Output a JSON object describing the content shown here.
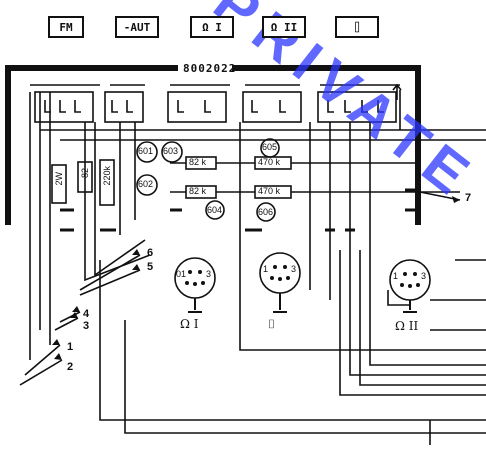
{
  "buttons": [
    {
      "label": "FM"
    },
    {
      "label": "-AUT"
    },
    {
      "label": "Ω I"
    },
    {
      "label": "Ω II"
    },
    {
      "label": "⌷"
    }
  ],
  "board_code": "8002022",
  "resistors": {
    "r_2w": "2W",
    "r_82": "82",
    "r_220k": "220k",
    "r_82k_a": "82 k",
    "r_470k_a": "470 k",
    "r_82k_b": "82 k",
    "r_470k_b": "470 k"
  },
  "capacitors": {
    "c601": "601",
    "c602": "602",
    "c603": "603",
    "c604": "604",
    "c605": "605",
    "c606": "606"
  },
  "socket_labels": {
    "s1": "Ω I",
    "s2": "⌷",
    "s3": "Ω II"
  },
  "pin_labels": {
    "p1a": "01",
    "p3a": "3",
    "p1b": "1",
    "p3b": "3",
    "p1c": "1",
    "p3c": "3"
  },
  "terminals": [
    "1",
    "2",
    "3",
    "4",
    "5",
    "6",
    "7"
  ],
  "colors": {
    "ink": "#111111",
    "watermark": "#2b35ff"
  },
  "watermark_text": "PRIVATE"
}
